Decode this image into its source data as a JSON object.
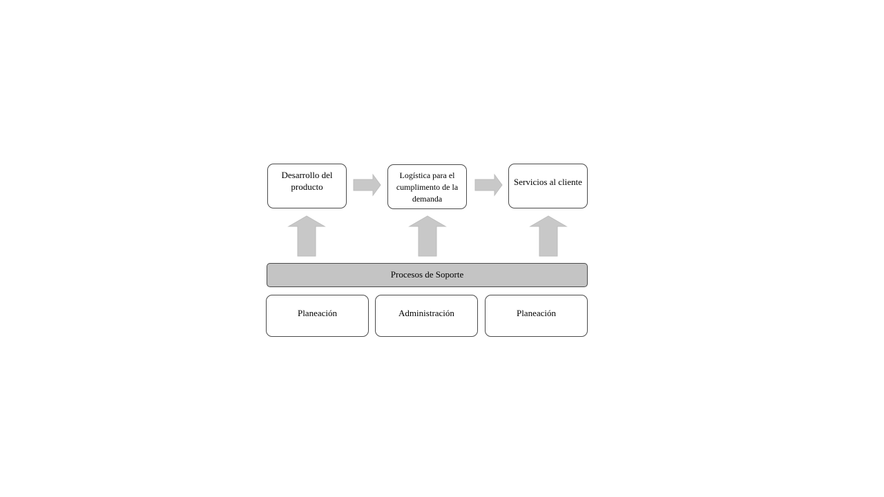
{
  "diagram": {
    "primary_processes": [
      {
        "label": "Desarrollo del producto"
      },
      {
        "label": "Logística para el cumplimento de la demanda"
      },
      {
        "label": "Servicios al cliente"
      }
    ],
    "support_title": "Procesos de Soporte",
    "support_processes": [
      {
        "label": "Planeación"
      },
      {
        "label": "Administración"
      },
      {
        "label": "Planeación"
      }
    ]
  },
  "colors": {
    "arrow_fill": "#c8c8c8",
    "support_bar_fill": "#c4c4c4",
    "border": "#4a4a4a"
  }
}
